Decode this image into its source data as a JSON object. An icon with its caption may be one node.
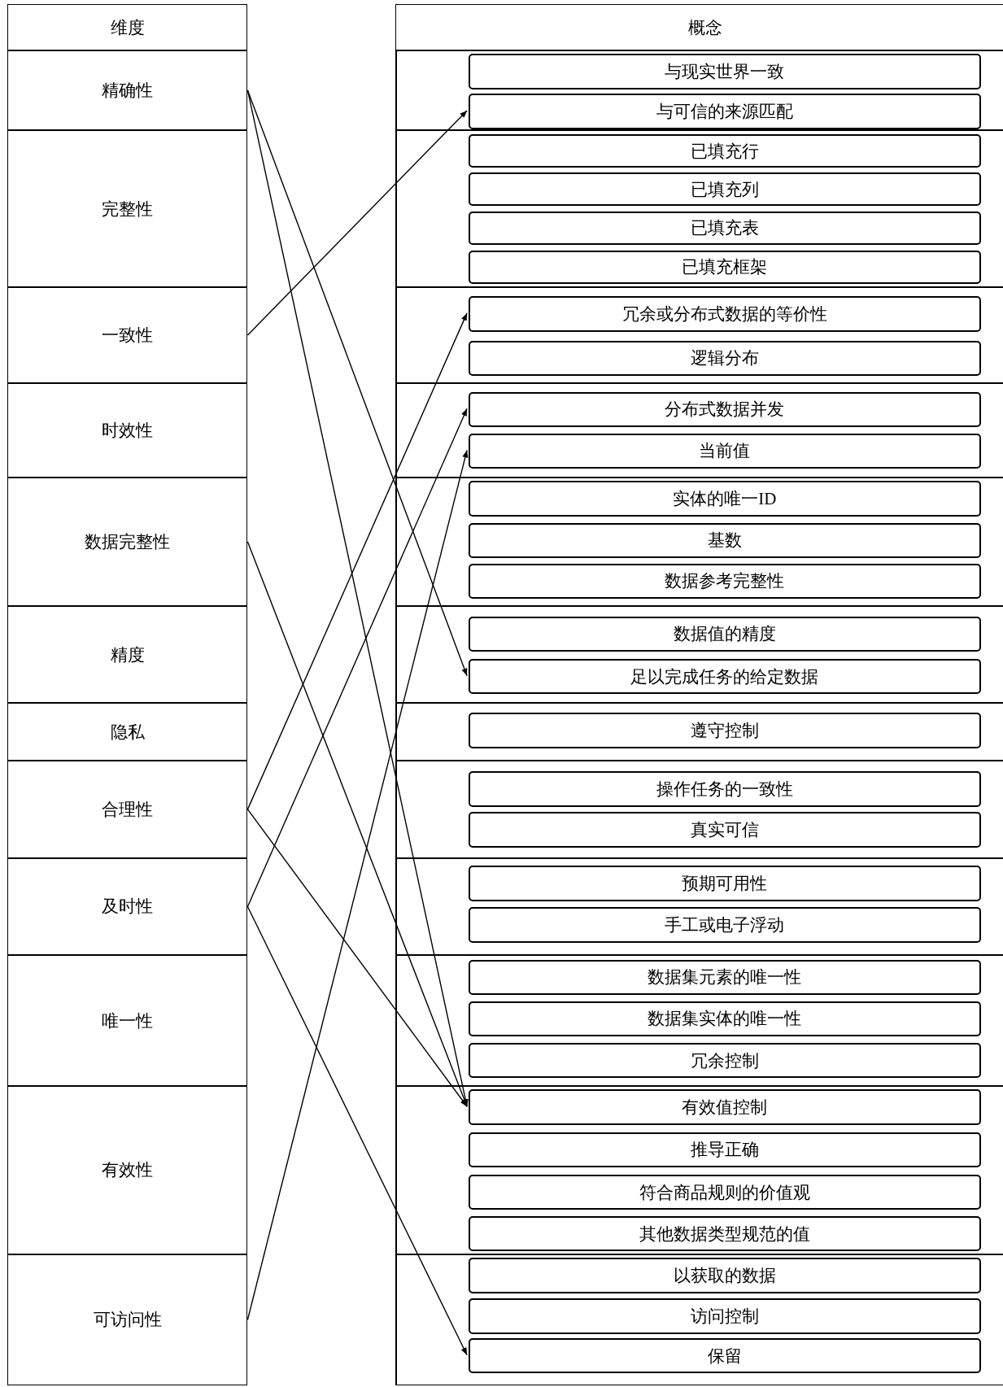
{
  "diagram": {
    "nodes": [
      {
        "text": [
          "维度"
        ]
      },
      {
        "text": [
          "概念"
        ]
      },
      {
        "text": [
          "精确性"
        ]
      },
      {
        "text": [
          "完整性"
        ]
      },
      {
        "text": [
          "一致性"
        ]
      },
      {
        "text": [
          "时效性"
        ]
      },
      {
        "text": [
          "数据完整性"
        ]
      },
      {
        "text": [
          "精度"
        ]
      },
      {
        "text": [
          "隐私"
        ]
      },
      {
        "text": [
          "合理性"
        ]
      },
      {
        "text": [
          "及时性"
        ]
      },
      {
        "text": [
          "唯一性"
        ]
      },
      {
        "text": [
          "有效性"
        ]
      },
      {
        "text": [
          "可访问性"
        ]
      },
      {
        "text": [],
        "shape": "box"
      },
      {
        "text": [],
        "shape": "box"
      },
      {
        "text": [],
        "shape": "box"
      },
      {
        "text": [],
        "shape": "box"
      },
      {
        "text": [],
        "shape": "box"
      },
      {
        "text": [],
        "shape": "box"
      },
      {
        "text": [],
        "shape": "box"
      },
      {
        "text": [],
        "shape": "box"
      },
      {
        "text": [],
        "shape": "box"
      },
      {
        "text": [],
        "shape": "box"
      },
      {
        "text": [],
        "shape": "box"
      },
      {
        "text": [],
        "shape": "box"
      },
      {
        "text": [
          "与现实世界一致"
        ],
        "in": 14
      },
      {
        "text": [
          "与可信的来源匹配"
        ],
        "in": 14
      },
      {
        "text": [
          "已填充行"
        ],
        "in": 15
      },
      {
        "text": [
          "已填充列"
        ],
        "in": 15
      },
      {
        "text": [
          "已填充表"
        ],
        "in": 15
      },
      {
        "text": [
          "已填充框架"
        ],
        "in": 15
      },
      {
        "text": [
          "冗余或分布式数据的等价性"
        ],
        "in": 16
      },
      {
        "text": [
          "逻辑分布"
        ],
        "in": 16
      },
      {
        "text": [
          "分布式数据并发"
        ],
        "in": 17
      },
      {
        "text": [
          "当前值"
        ],
        "in": 17
      },
      {
        "text": [
          "实体的唯一ID"
        ],
        "in": 18
      },
      {
        "text": [
          "基数"
        ],
        "in": 18
      },
      {
        "text": [
          "数据参考完整性"
        ],
        "in": 18
      },
      {
        "text": [
          "数据值的精度"
        ],
        "in": 19
      },
      {
        "text": [
          "足以完成任务的给定数据"
        ],
        "in": 19
      },
      {
        "text": [
          "遵守控制"
        ],
        "in": 20
      },
      {
        "text": [
          "操作任务的一致性"
        ],
        "in": 21
      },
      {
        "text": [
          "真实可信"
        ],
        "in": 21
      },
      {
        "text": [
          "预期可用性"
        ],
        "in": 22
      },
      {
        "text": [
          "手工或电子浮动"
        ],
        "in": 22
      },
      {
        "text": [
          "数据集元素的唯一性"
        ],
        "in": 23
      },
      {
        "text": [
          "数据集实体的唯一性"
        ],
        "in": 23
      },
      {
        "text": [
          "冗余控制"
        ],
        "in": 23
      },
      {
        "text": [
          "有效值控制"
        ],
        "in": 24
      },
      {
        "text": [
          "推导正确"
        ],
        "in": 24
      },
      {
        "text": [
          "符合商品规则的价值观"
        ],
        "in": 24
      },
      {
        "text": [
          "其他数据类型规范的值"
        ],
        "in": 24
      },
      {
        "text": [
          "以获取的数据"
        ],
        "in": 25
      },
      {
        "text": [
          "访问控制"
        ],
        "in": 25
      },
      {
        "text": [
          "保留"
        ],
        "in": 25
      }
    ],
    "edges": [
      {
        "from": 2,
        "to": 40,
        "arrow": "to"
      },
      {
        "from": 2,
        "to": 49,
        "arrow": "to"
      },
      {
        "from": 4,
        "to": 27,
        "arrow": "to"
      },
      {
        "from": 6,
        "to": 49,
        "arrow": "to"
      },
      {
        "from": 9,
        "to": 32,
        "arrow": "to"
      },
      {
        "from": 9,
        "to": 49,
        "arrow": "to"
      },
      {
        "from": 10,
        "to": 34,
        "arrow": "to"
      },
      {
        "from": 10,
        "to": 55,
        "arrow": "to"
      },
      {
        "from": 13,
        "to": 35,
        "arrow": "to"
      }
    ]
  }
}
